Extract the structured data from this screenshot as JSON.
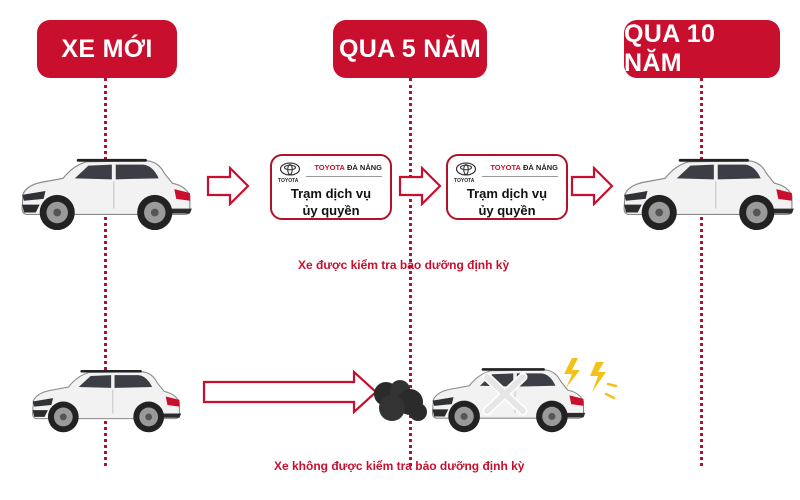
{
  "stages": [
    {
      "label": "XE MỚI"
    },
    {
      "label": "QUA 5 NĂM"
    },
    {
      "label": "QUA 10 NĂM"
    }
  ],
  "service_station": {
    "brand_primary": "TOYOTA",
    "brand_secondary": "ĐÀ NẴNG",
    "logo_text": "TOYOTA",
    "line1": "Trạm dịch vụ",
    "line2": "ủy quyền"
  },
  "captions": {
    "maintained": "Xe được kiểm tra bảo dưỡng định kỳ",
    "not_maintained": "Xe không được kiểm tra bảo dưỡng định kỳ"
  },
  "colors": {
    "accent": "#c8102e",
    "car_body": "#f2f2f2",
    "smoke": "#2b2b2b",
    "spark": "#f2c21b"
  }
}
